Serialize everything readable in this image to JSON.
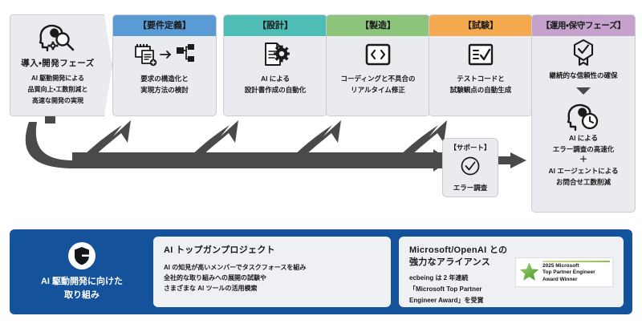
{
  "colors": {
    "header_requirements": "#5b9bd5",
    "header_design": "#4dbdb5",
    "header_manufacturing": "#8cc47c",
    "header_testing": "#f5a94e",
    "header_operations": "#c4a2cc",
    "card_body": "#e9ebef",
    "banner_blue": "#14529b",
    "arrow_gray": "#4a4a4a"
  },
  "phase_intro": {
    "icon": "head-magnifier-gear-icon",
    "title": "導入・開発フェーズ",
    "subtitle": "AI 駆動開発による\n品質向上・工数削減と\n高速な開発の実現"
  },
  "phases": [
    {
      "header": "【要件定義】",
      "icon": "document-add-to-structure-icon",
      "text": "要求の構造化と\n実現方法の検討"
    },
    {
      "header": "【設計】",
      "icon": "document-gear-icon",
      "text": "AI による\n設計書作成の自動化"
    },
    {
      "header": "【製造】",
      "icon": "code-brackets-icon",
      "text": "コーディングと不具合の\nリアルタイム修正"
    },
    {
      "header": "【試験】",
      "icon": "checklist-icon",
      "text": "テストコードと\n試験観点の自動生成"
    }
  ],
  "support": {
    "title": "【サポート】",
    "icon": "check-circle-icon",
    "label": "エラー調査"
  },
  "operations": {
    "header": "【運用・保守フェーズ】",
    "top_icon": "verified-badge-icon",
    "top_caption": "継続的な信頼性の確保",
    "arrow_icon": "triangle-down-icon",
    "bottom_icon": "head-clock-icon",
    "bottom_text_1": "AI による\nエラー調査の高速化",
    "plus": "＋",
    "bottom_text_2": "AI エージェントによる\nお問合せ工数削減"
  },
  "banner": {
    "icon": "shield-icon",
    "title": "AI 駆動開発に向けた\n取り組み",
    "panels": [
      {
        "title": "AI トップガンプロジェクト",
        "body": "AI の知見が高いメンバーでタスクフォースを組み\n全社的な取り組みへの展開の試験や\nさまざまな AI ツールの活用模索"
      },
      {
        "title": "Microsoft/OpenAI との\n強力なアライアンス",
        "body": "ecbeing は 2 年連続\n「Microsoft Top Partner\nEngineer Award」を受賞",
        "award": {
          "icon": "green-star-icon",
          "line1": "2025 Microsoft",
          "line2": "Top Partner Engineer",
          "line3": "Award Winner"
        }
      }
    ]
  }
}
